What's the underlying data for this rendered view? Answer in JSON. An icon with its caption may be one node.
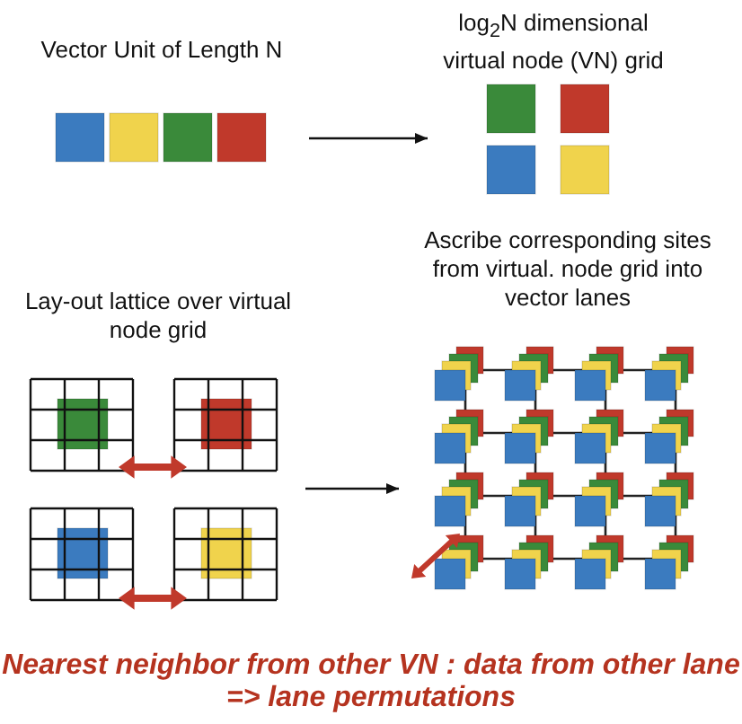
{
  "diagram": {
    "nodes": [
      {
        "text": [
          "Vector Unit of Length N"
        ]
      },
      {
        "text": [
          "log$_{2}$N dimensional virtual node (VN) grid"
        ]
      },
      {
        "text": [
          "Lay-out lattice over virtual node grid"
        ]
      },
      {
        "text": [
          "Ascribe corresponding sites from virtual. node grid into vector lanes"
        ]
      }
    ],
    "edges": [
      {
        "from": 0,
        "to": 1,
        "arrow": "to"
      },
      {
        "from": 2,
        "to": 3,
        "arrow": "to"
      }
    ],
    "caption": "Nearest neighbor from other VN : data from other lane => lane permutations"
  }
}
